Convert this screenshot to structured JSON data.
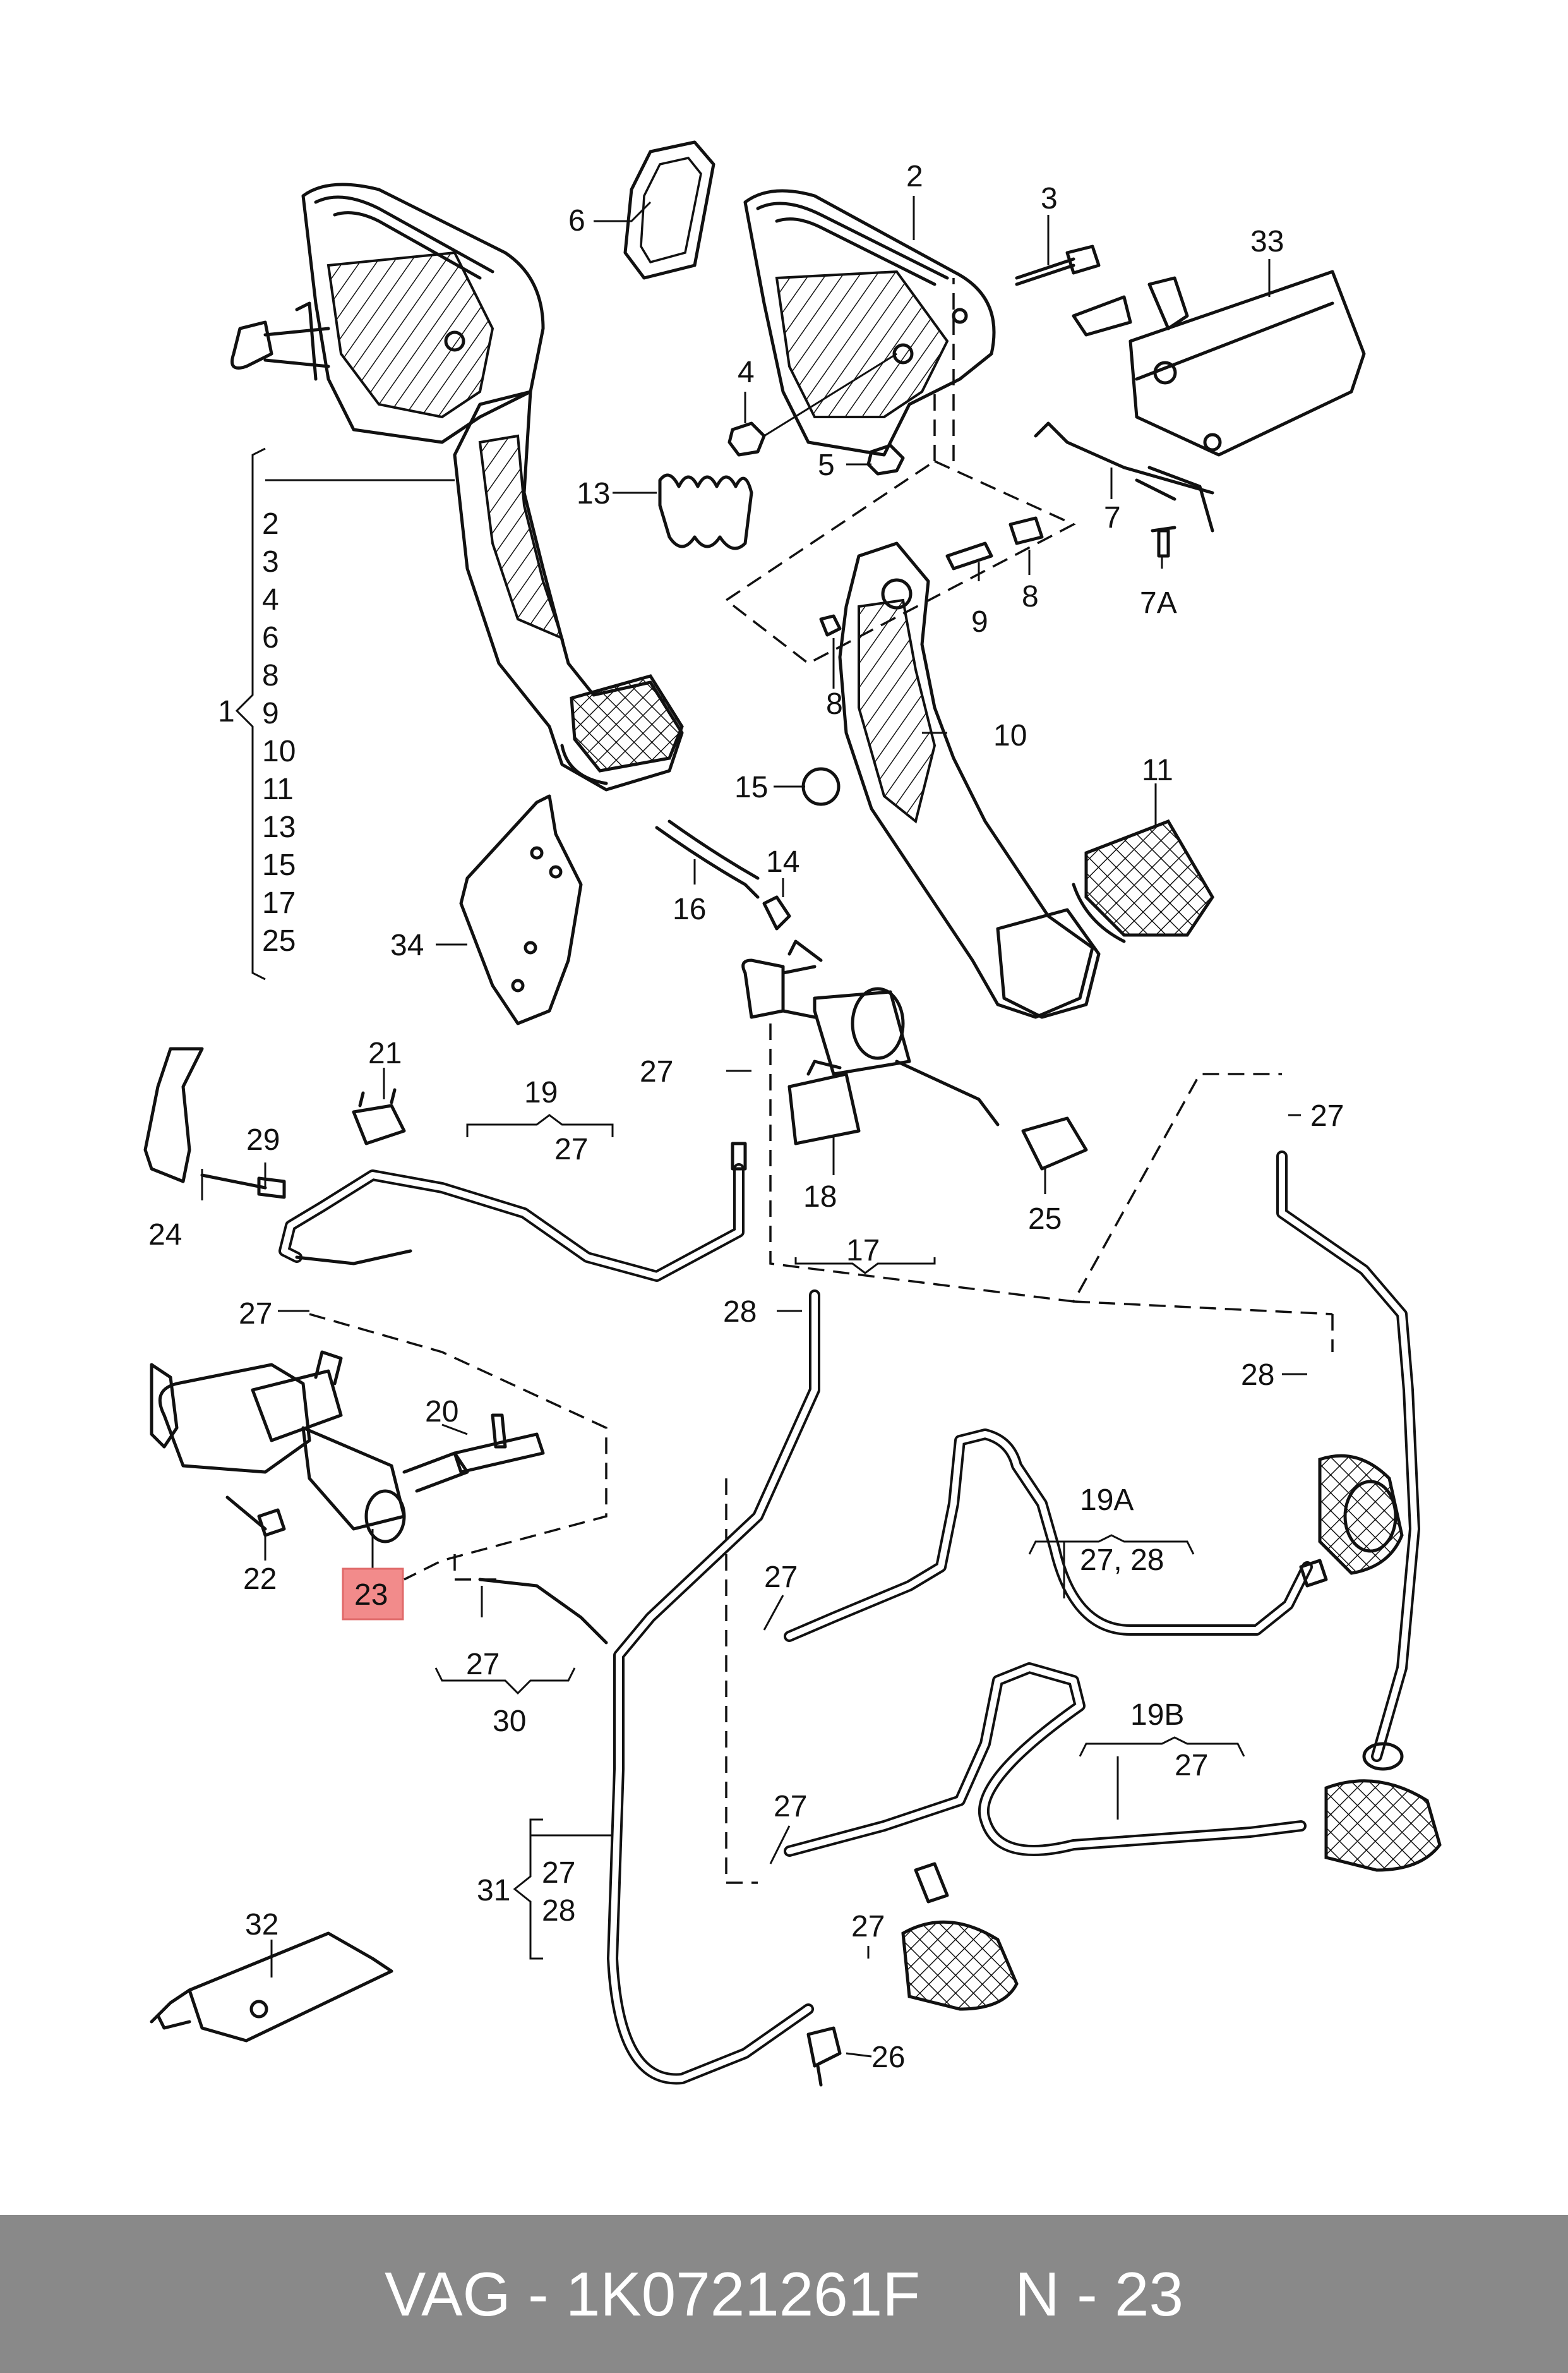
{
  "callouts": {
    "c1": "1",
    "c2": "2",
    "c3": "3",
    "c4": "4",
    "c5": "5",
    "c6": "6",
    "c7": "7",
    "c7a": "7A",
    "c8a": "8",
    "c8b": "8",
    "c9": "9",
    "c10": "10",
    "c11": "11",
    "c13": "13",
    "c14": "14",
    "c15": "15",
    "c16": "16",
    "c17": "17",
    "c18": "18",
    "c19": "19",
    "c19a": "19A",
    "c19b": "19B",
    "c20": "20",
    "c21": "21",
    "c22": "22",
    "c23": "23",
    "c24": "24",
    "c25": "25",
    "c26": "26",
    "c27a": "27",
    "c27b": "27",
    "c27c": "27",
    "c27d": "27",
    "c27e": "27",
    "c27f": "27",
    "c27g": "27",
    "c28a": "28",
    "c28b": "28",
    "c29": "29",
    "c30": "30",
    "c31": "31",
    "c32": "32",
    "c33": "33",
    "c34": "34",
    "g19_27": "27",
    "g19a_2728": "27, 28",
    "g19b_27": "27",
    "g30_27": "27",
    "g31_27": "27",
    "g31_28": "28"
  },
  "group1_list": [
    "2",
    "3",
    "4",
    "6",
    "8",
    "9",
    "10",
    "11",
    "13",
    "15",
    "17",
    "25"
  ],
  "highlighted_part": "23",
  "highlight_color": "#f28b8b",
  "footer": {
    "brand": "VAG - 1K0721261F",
    "position": "N - 23"
  }
}
